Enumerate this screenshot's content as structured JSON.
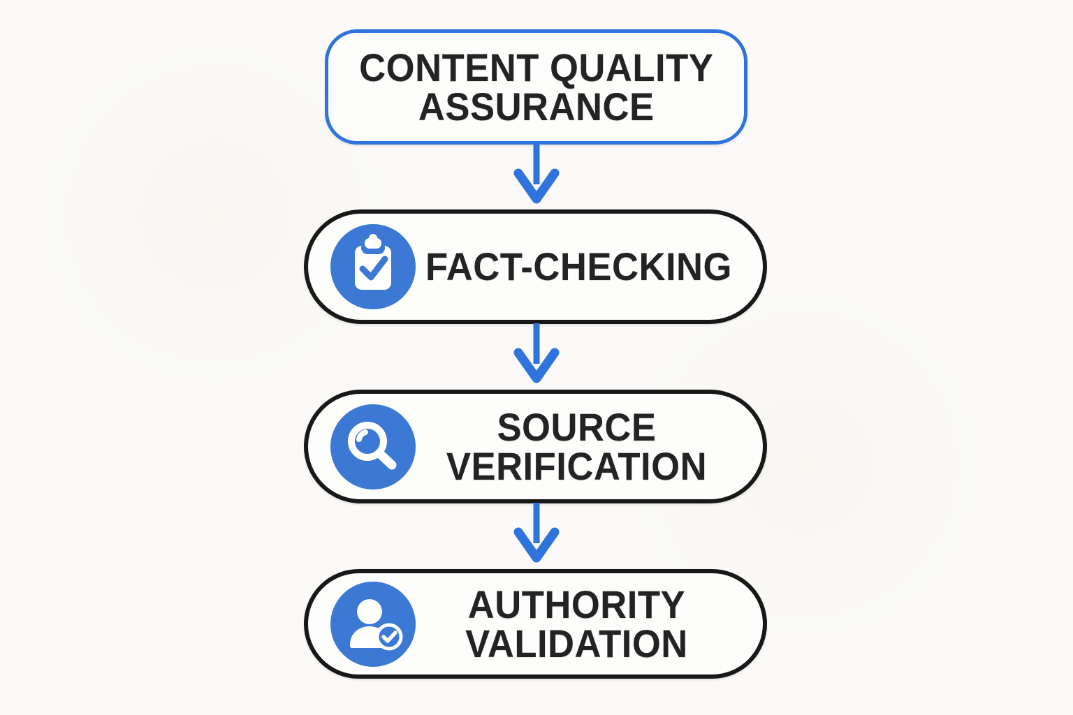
{
  "page": {
    "background_color": "#fbfaf8"
  },
  "colors": {
    "accent_blue": "#2e74dc",
    "icon_blue": "#3b79d4",
    "node_border_dark": "#181818",
    "text": "#232323",
    "node_fill": "#fdfdfc"
  },
  "flowchart": {
    "nodes": [
      {
        "id": "content-quality-assurance",
        "lines": [
          "CONTENT QUALITY",
          "ASSURANCE"
        ],
        "border_style": "blue",
        "icon": null
      },
      {
        "id": "fact-checking",
        "lines": [
          "FACT-CHECKING"
        ],
        "border_style": "black",
        "icon": "clipboard-check-icon"
      },
      {
        "id": "source-verification",
        "lines": [
          "SOURCE",
          "VERIFICATION"
        ],
        "border_style": "black",
        "icon": "magnifying-glass-icon"
      },
      {
        "id": "authority-validation",
        "lines": [
          "AUTHORITY",
          "VALIDATION"
        ],
        "border_style": "black",
        "icon": "person-check-icon"
      }
    ],
    "connectors": [
      {
        "from": "content-quality-assurance",
        "to": "fact-checking",
        "style": "blue-arrow-down"
      },
      {
        "from": "fact-checking",
        "to": "source-verification",
        "style": "blue-arrow-down"
      },
      {
        "from": "source-verification",
        "to": "authority-validation",
        "style": "blue-arrow-down"
      }
    ]
  }
}
